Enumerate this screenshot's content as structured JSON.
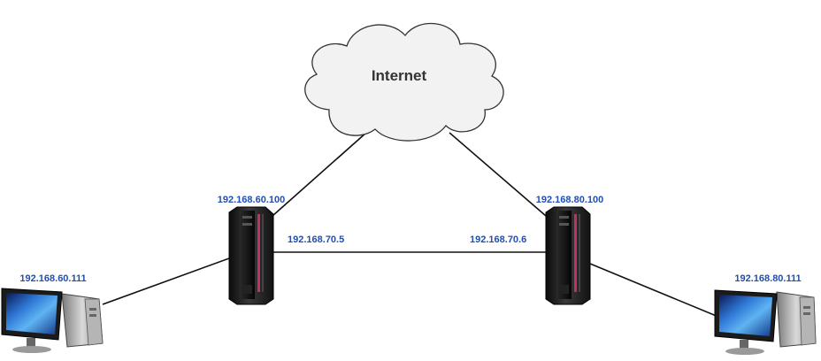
{
  "cloud": {
    "label": "Internet"
  },
  "routers": {
    "left": {
      "lan_ip": "192.168.60.100",
      "link_ip": "192.168.70.5"
    },
    "right": {
      "lan_ip": "192.168.80.100",
      "link_ip": "192.168.70.6"
    }
  },
  "hosts": {
    "left": {
      "ip": "192.168.60.111"
    },
    "right": {
      "ip": "192.168.80.111"
    }
  },
  "colors": {
    "ip_label": "#1f4fb5",
    "link_line": "#111111",
    "cloud_fill": "#f2f2f2",
    "cloud_stroke": "#333333"
  }
}
